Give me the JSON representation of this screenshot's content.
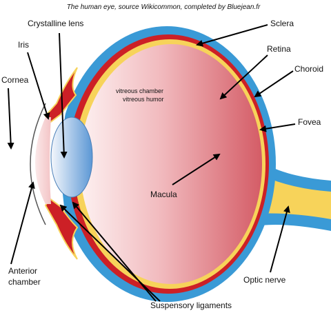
{
  "caption": "The human eye, source Wikicommon, completed by Bluejean.fr",
  "labels": {
    "crystalline_lens": "Crystalline lens",
    "sclera": "Sclera",
    "iris": "Iris",
    "retina": "Retina",
    "choroid": "Choroid",
    "cornea": "Cornea",
    "fovea": "Fovea",
    "macula": "Macula",
    "anterior_chamber_line1": "Anterior",
    "anterior_chamber_line2": "chamber",
    "optic_nerve": "Optic nerve",
    "suspensory_ligaments": "Suspensory ligaments",
    "vitreous_chamber": "vitreous chamber",
    "vitreous_humor": "vitreous humor"
  },
  "colors": {
    "sclera": "#3a9ad6",
    "choroid": "#cc2026",
    "retina": "#f7d35a",
    "vitreous_light": "#fbe6e6",
    "vitreous_dark": "#d9636b",
    "lens_light": "#eef3fb",
    "lens_dark": "#5a96d6"
  }
}
